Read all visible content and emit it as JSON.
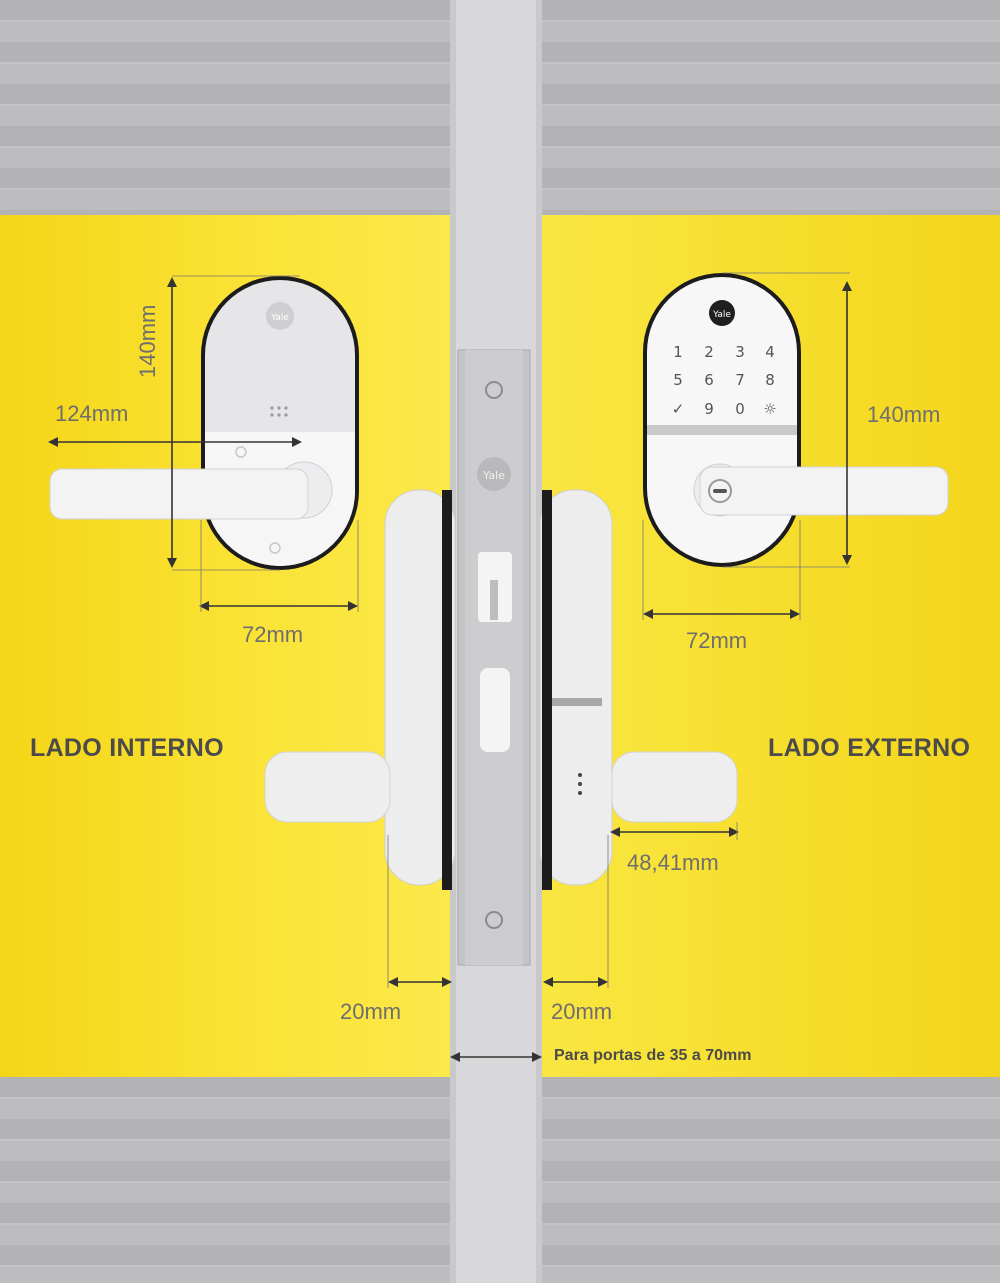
{
  "brand": "Yale",
  "sides": {
    "internal": "LADO INTERNO",
    "external": "LADO EXTERNO"
  },
  "dimensions": {
    "internal_height": "140mm",
    "internal_lever_length": "124mm",
    "internal_width": "72mm",
    "external_height": "140mm",
    "external_width": "72mm",
    "knob_depth": "48,41mm",
    "inner_offset": "20mm",
    "outer_offset": "20mm"
  },
  "door_note": "Para portas de 35 a 70mm",
  "keypad": {
    "keys": [
      "1",
      "2",
      "3",
      "4",
      "5",
      "6",
      "7",
      "8",
      "✓",
      "9",
      "0",
      "☼"
    ]
  },
  "colors": {
    "background_yellow": "#fbe336",
    "grey": "#b9b9bb",
    "device": "#f2f2f2",
    "outline": "#1a1a1a"
  }
}
